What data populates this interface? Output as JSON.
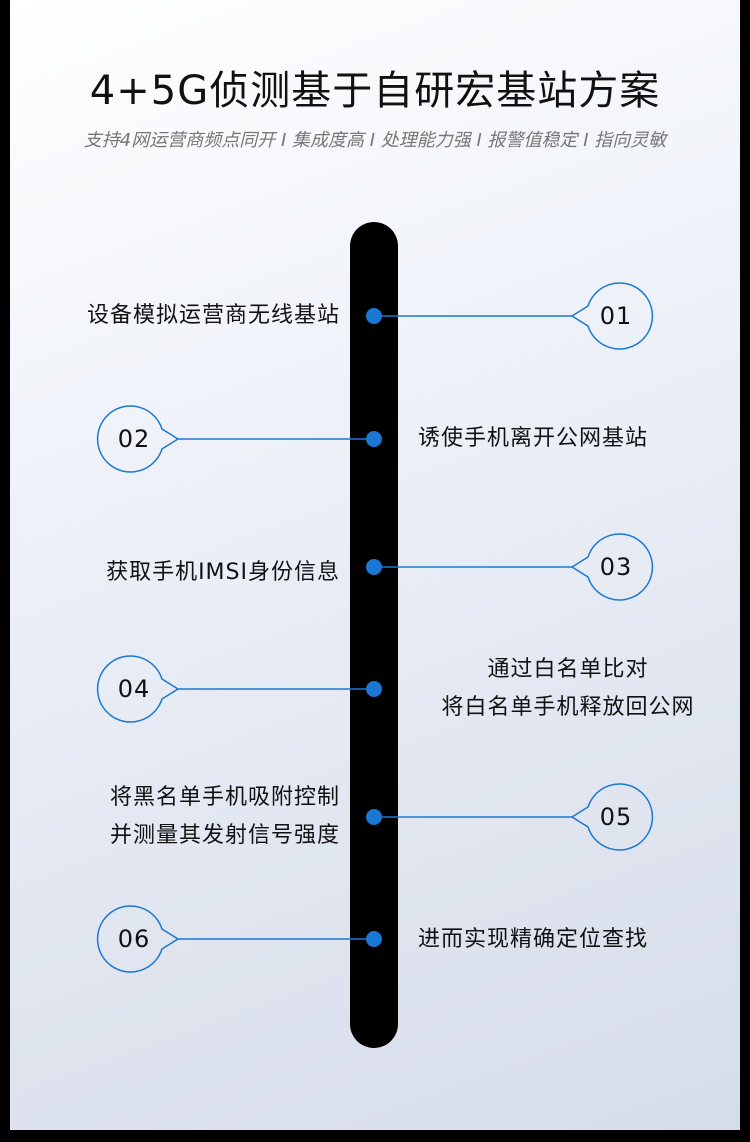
{
  "title": "4+5G侦测基于自研宏基站方案",
  "subtitle": "支持4网运营商频点同开 I 集成度高 I 处理能力强 I 报警值稳定 I 指向灵敏",
  "accent_color": "#1a78d4",
  "steps": [
    {
      "number": "01",
      "lines": [
        "设备模拟运营商无线基站"
      ]
    },
    {
      "number": "02",
      "lines": [
        "诱使手机离开公网基站"
      ]
    },
    {
      "number": "03",
      "lines": [
        "获取手机IMSI身份信息"
      ]
    },
    {
      "number": "04",
      "lines": [
        "通过白名单比对",
        "将白名单手机释放回公网"
      ]
    },
    {
      "number": "05",
      "lines": [
        "将黑名单手机吸附控制",
        "并测量其发射信号强度"
      ]
    },
    {
      "number": "06",
      "lines": [
        "进而实现精确定位查找"
      ]
    }
  ]
}
